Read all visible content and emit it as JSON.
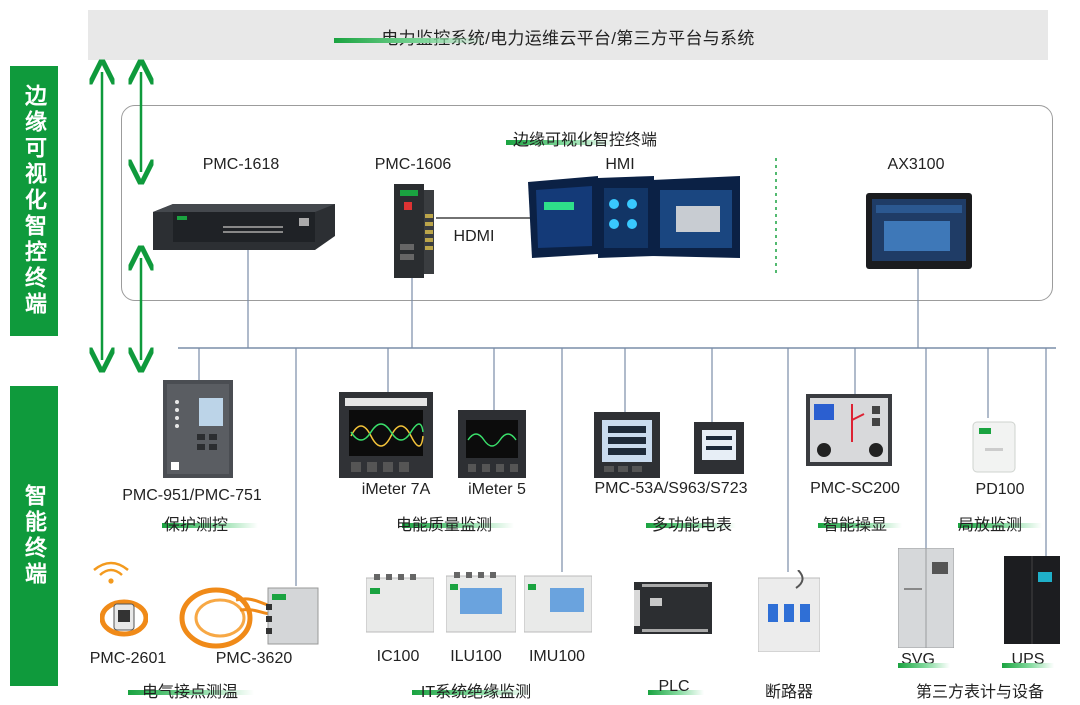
{
  "top_banner": "电力监控系统/电力运维云平台/第三方平台与系统",
  "left_labels": {
    "edge": "边缘可视化智控终端",
    "smart": "智能终端"
  },
  "edge_box": {
    "title": "边缘可视化智控终端",
    "devices": {
      "pmc1618": "PMC-1618",
      "pmc1606": "PMC-1606",
      "hmi": "HMI",
      "hdmi": "HDMI",
      "ax3100": "AX3100"
    }
  },
  "devices": {
    "pmc951": "PMC-951/PMC-751",
    "imeter7a": "iMeter 7A",
    "imeter5": "iMeter 5",
    "pmc53a": "PMC-53A/S963/S723",
    "pmcsc200": "PMC-SC200",
    "pd100": "PD100",
    "pmc2601": "PMC-2601",
    "pmc3620": "PMC-3620",
    "ic100": "IC100",
    "ilu100": "ILU100",
    "imu100": "IMU100",
    "svg": "SVG",
    "ups": "UPS"
  },
  "categories": {
    "protection": "保护测控",
    "power_quality": "电能质量监测",
    "multi_meter": "多功能电表",
    "smart_display": "智能操显",
    "pd_monitor": "局放监测",
    "temp": "电气接点测温",
    "it_insulation": "IT系统绝缘监测",
    "plc": "PLC",
    "breaker": "断路器",
    "third_party": "第三方表计与设备"
  },
  "colors": {
    "green_accent": "#0f9a3c",
    "wire_blue": "#7a8da8",
    "banner_gray": "#e8e8e8"
  }
}
